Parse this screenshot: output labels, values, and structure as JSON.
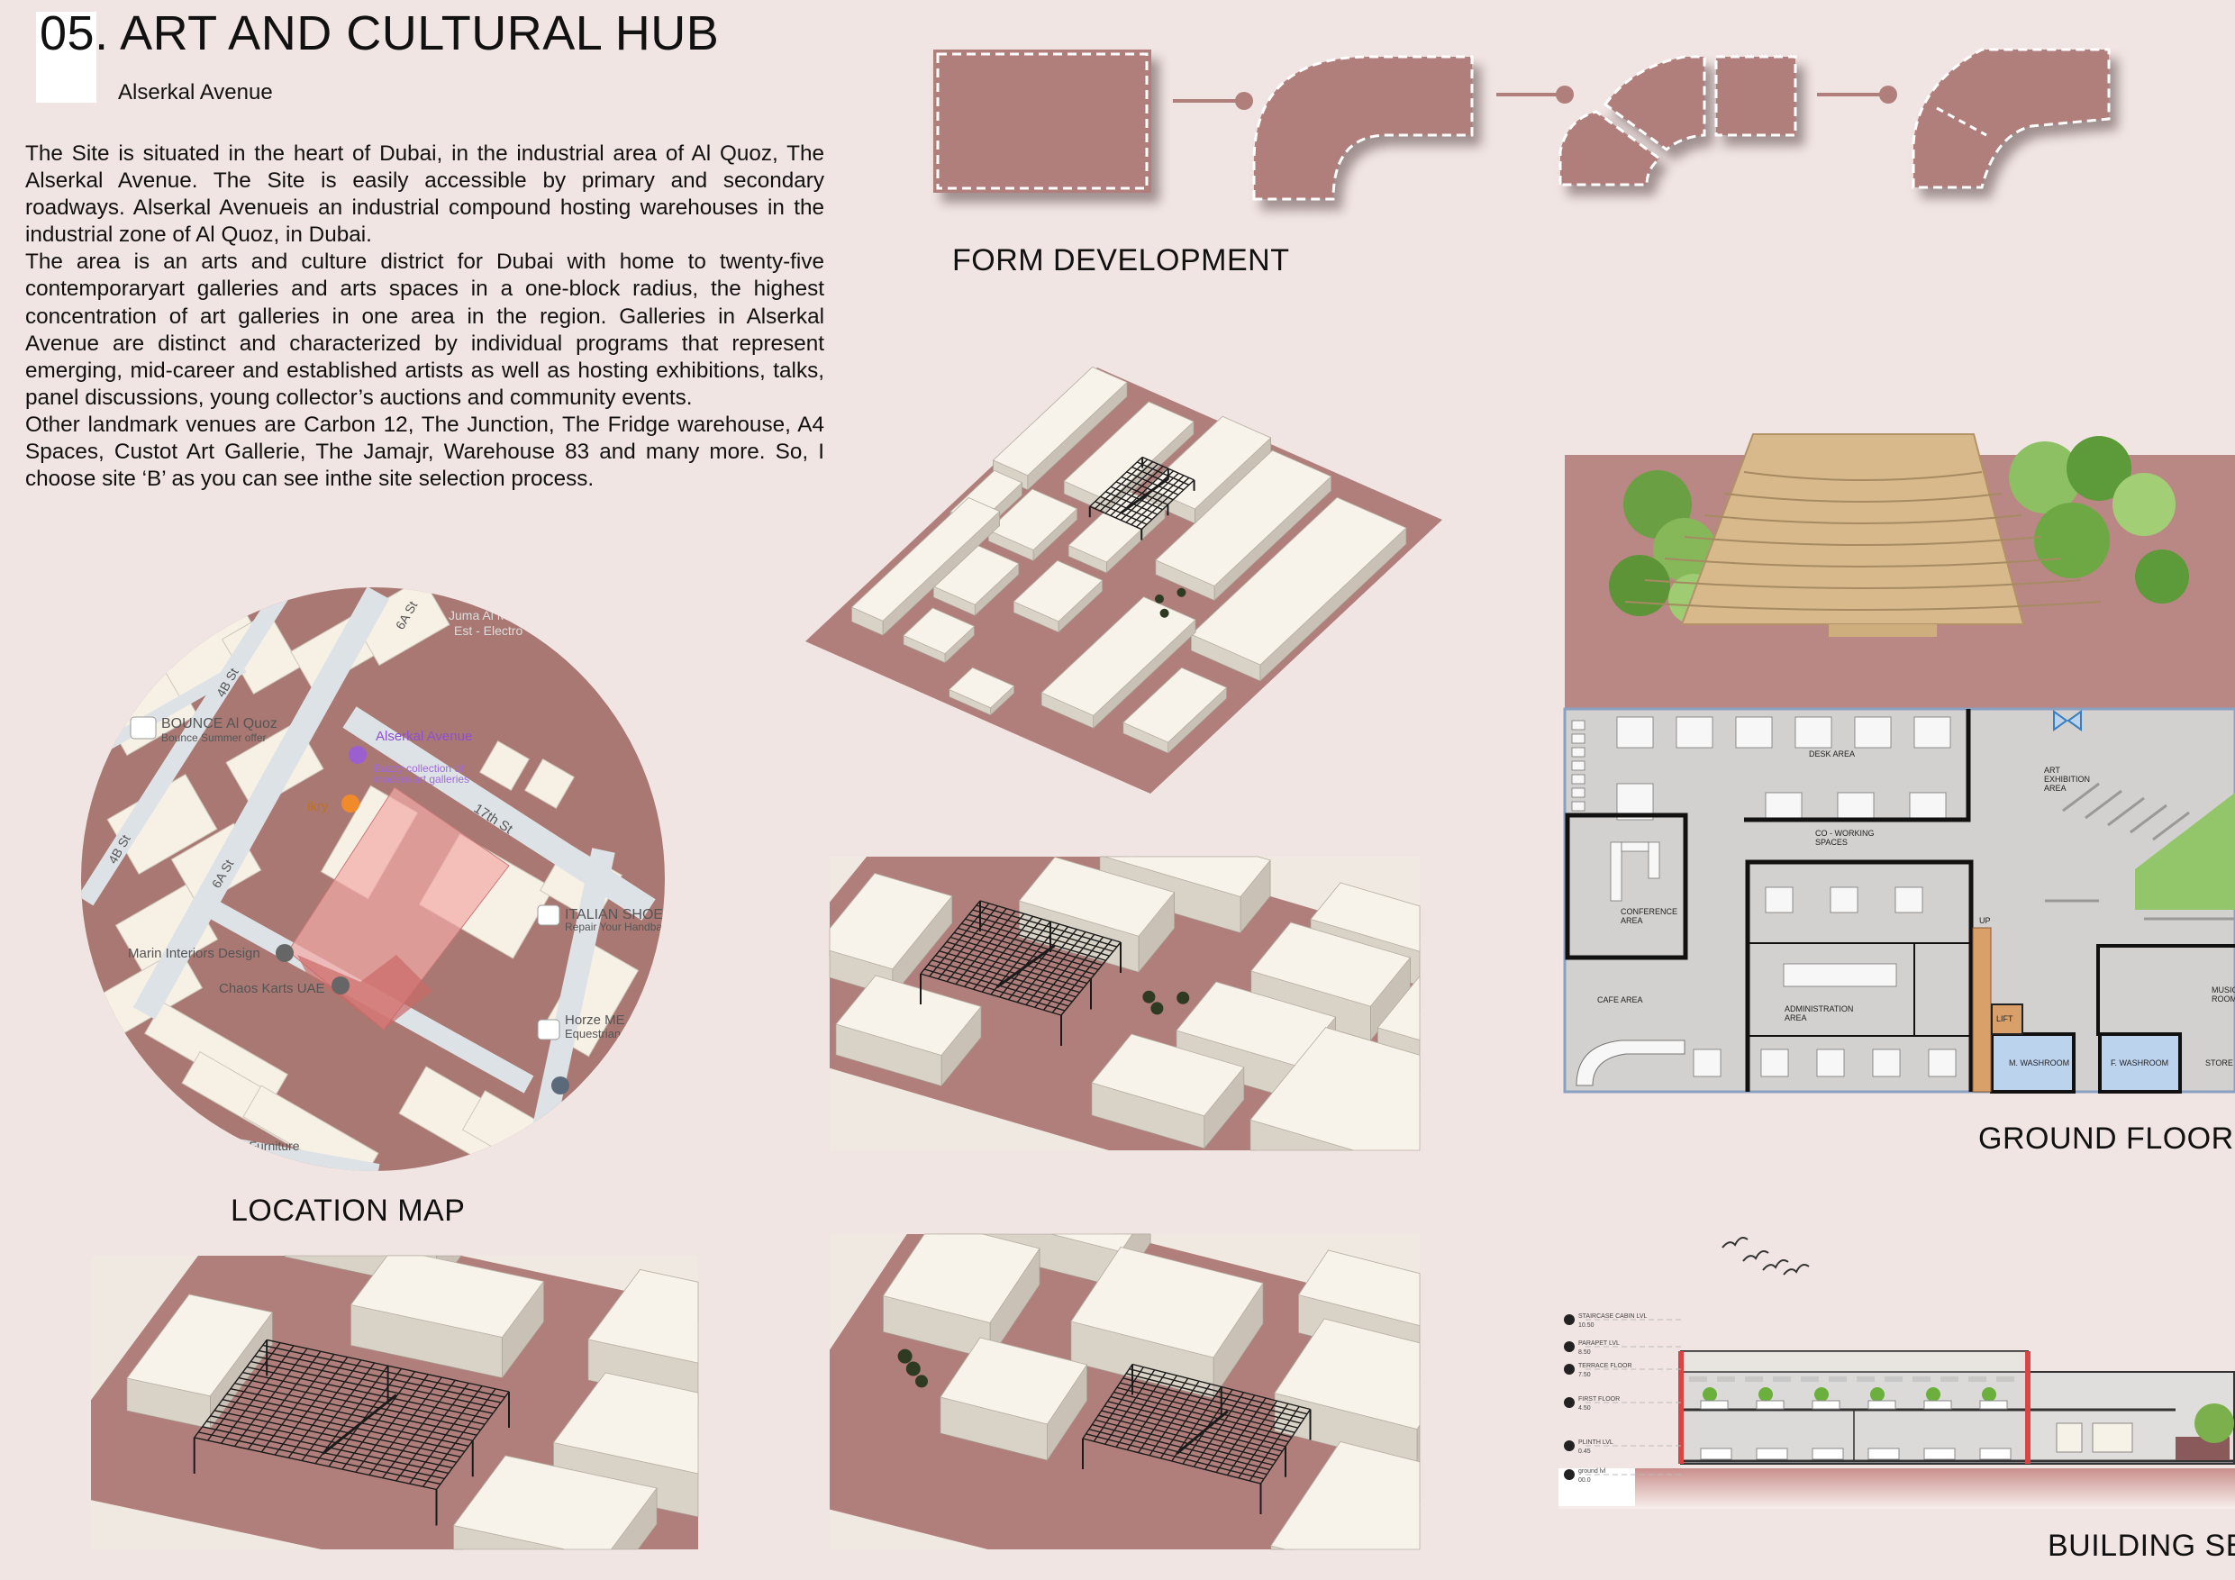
{
  "header": {
    "number": "05.",
    "title": "ART AND CULTURAL HUB",
    "subtitle": "Alserkal Avenue"
  },
  "body": {
    "paragraphs": [
      "The Site is situated in the heart of Dubai, in the industrial area of Al Quoz, The Alserkal Avenue. The Site is easily accessible by primary and secondary roadways. Alserkal Avenueis an industrial compound hosting warehouses in the industrial zone of Al Quoz, in Dubai.",
      "The area is an arts and culture district for Dubai with home to twenty-five contemporaryart galleries and arts spaces in a one-block radius, the highest concentration of art galleries in one area in the region. Galleries in Alserkal Avenue are distinct and characterized by individual programs that represent emerging, mid-career and established artists as well as hosting exhibitions, talks, panel discussions, young collector’s auctions and community events.",
      "Other landmark venues are Carbon 12, The Junction, The Fridge warehouse, A4 Spaces, Custot Art Gallerie, The Jamajr, Warehouse 83 and many more. So, I choose site ‘B’ as you can see inthe site selection process."
    ]
  },
  "captions": {
    "form_development": "FORM DEVELOPMENT",
    "location_map": "LOCATION MAP",
    "ground_floor": "GROUND FLOOR",
    "building_section": "BUILDING SECTION"
  },
  "map": {
    "labels": {
      "bounce": "BOUNCE Al Quoz",
      "bounce_sub": "Bounce Summer offer",
      "alserkal": "Alserkal Avenue",
      "alserkal_sub1": "Buzzy collection of",
      "alserkal_sub2": "modern art galleries",
      "street_17th": "17th St",
      "street_6a": "6A St",
      "street_6a_top": "6A St",
      "street_4b": "4B St",
      "street_4b_left": "4B St",
      "italian": "ITALIAN SHOE",
      "italian_sub": "Repair Your Handba",
      "marin": "Marin Interiors Design",
      "chaos": "Chaos Karts UAE",
      "furniture": "A Furniture",
      "juma": "Juma Al M",
      "juma_sub": "Est - Electro",
      "ikry": "ikry",
      "horze": "Horze ME",
      "horze_sub": "Equestrian"
    }
  },
  "plan": {
    "labels": {
      "desk": "DESK AREA",
      "coworking1": "CO - WORKING",
      "coworking2": "SPACES",
      "exhibition1": "ART",
      "exhibition2": "EXHIBITION",
      "exhibition3": "AREA",
      "conference1": "CONFERENCE",
      "conference2": "AREA",
      "cafe": "CAFE AREA",
      "admin1": "ADMINISTRATION",
      "admin2": "AREA",
      "up": "UP",
      "lift": "LIFT",
      "m_washroom": "M. WASHROOM",
      "f_washroom": "F. WASHROOM",
      "store": "STORE",
      "music1": "MUSIC",
      "music2": "ROOM"
    }
  },
  "section": {
    "levels": [
      {
        "name": "STAIRCASE CABIN LVL",
        "value": "10.50"
      },
      {
        "name": "PARAPET LVL",
        "value": "8.50"
      },
      {
        "name": "TERRACE FLOOR",
        "value": "7.50"
      },
      {
        "name": "FIRST FLOOR",
        "value": "4.50"
      },
      {
        "name": "PLINTH LVL",
        "value": "0.45"
      },
      {
        "name": "ground lvl",
        "value": "00.0"
      }
    ]
  },
  "colors": {
    "background": "#f1e5e3",
    "accent_rose": "#b07f7b",
    "block_cream": "#f8f3ea",
    "site_highlight": "#f3a9a6",
    "plan_floor": "#d3d1cf",
    "section_red": "#d94545"
  }
}
